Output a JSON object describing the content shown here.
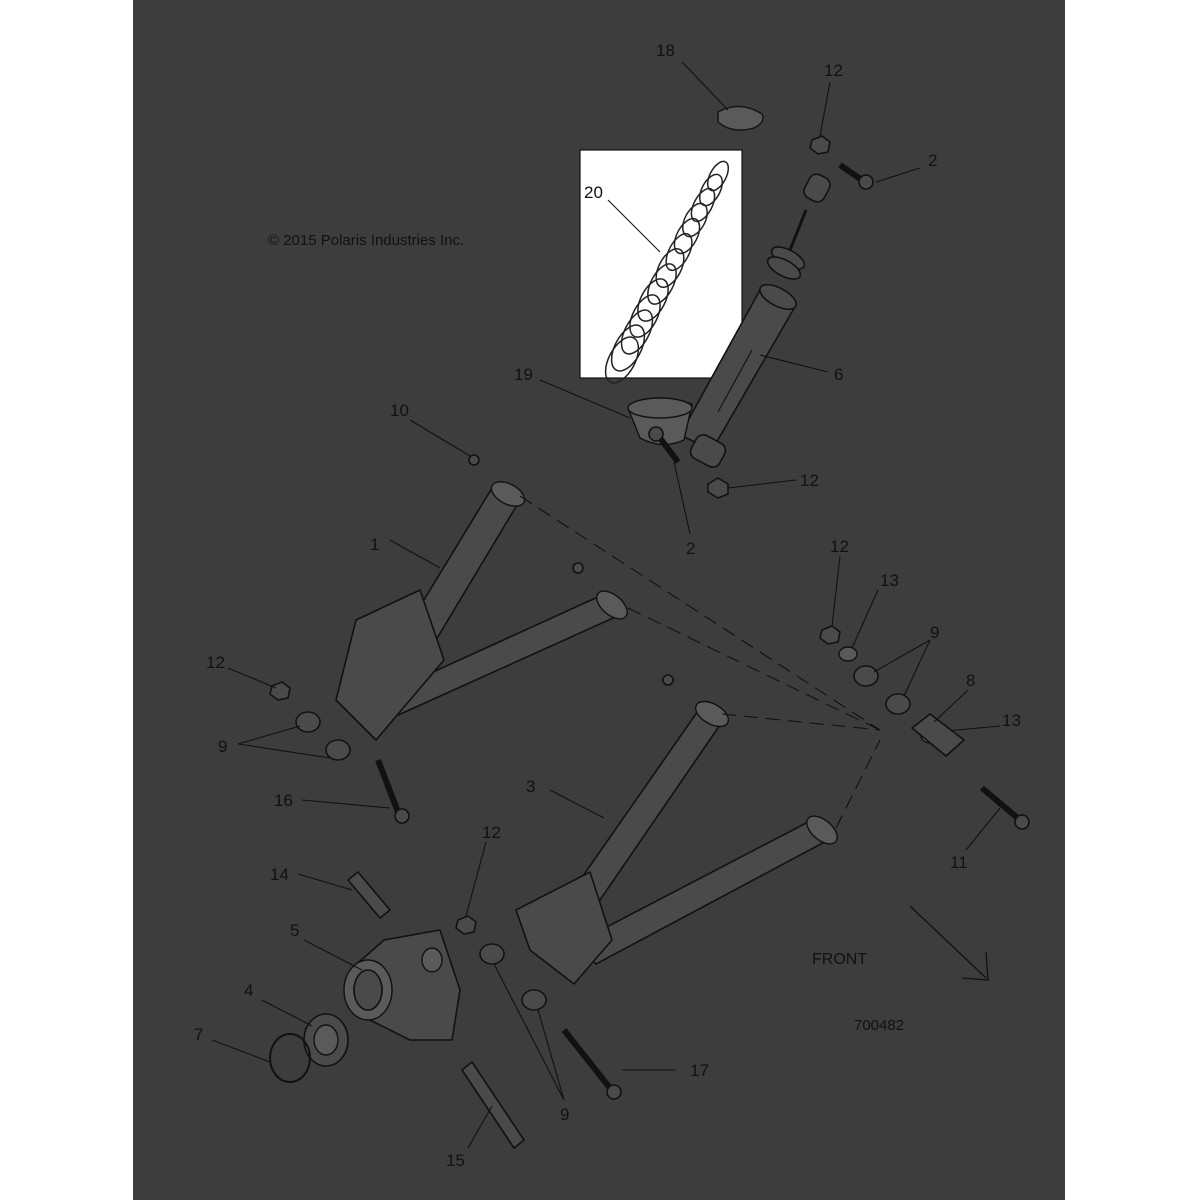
{
  "diagram": {
    "copyright": "© 2015 Polaris Industries Inc.",
    "front_label": "FRONT",
    "drawing_number": "700482",
    "callouts": {
      "c1": "1",
      "c2a": "2",
      "c2b": "2",
      "c3": "3",
      "c4": "4",
      "c5": "5",
      "c6": "6",
      "c7": "7",
      "c8": "8",
      "c9a": "9",
      "c9b": "9",
      "c9c": "9",
      "c10": "10",
      "c11": "11",
      "c12a": "12",
      "c12b": "12",
      "c12c": "12",
      "c12d": "12",
      "c12e": "12",
      "c13a": "13",
      "c13b": "13",
      "c14": "14",
      "c15": "15",
      "c16": "16",
      "c17": "17",
      "c18": "18",
      "c19": "19",
      "c20": "20"
    }
  }
}
